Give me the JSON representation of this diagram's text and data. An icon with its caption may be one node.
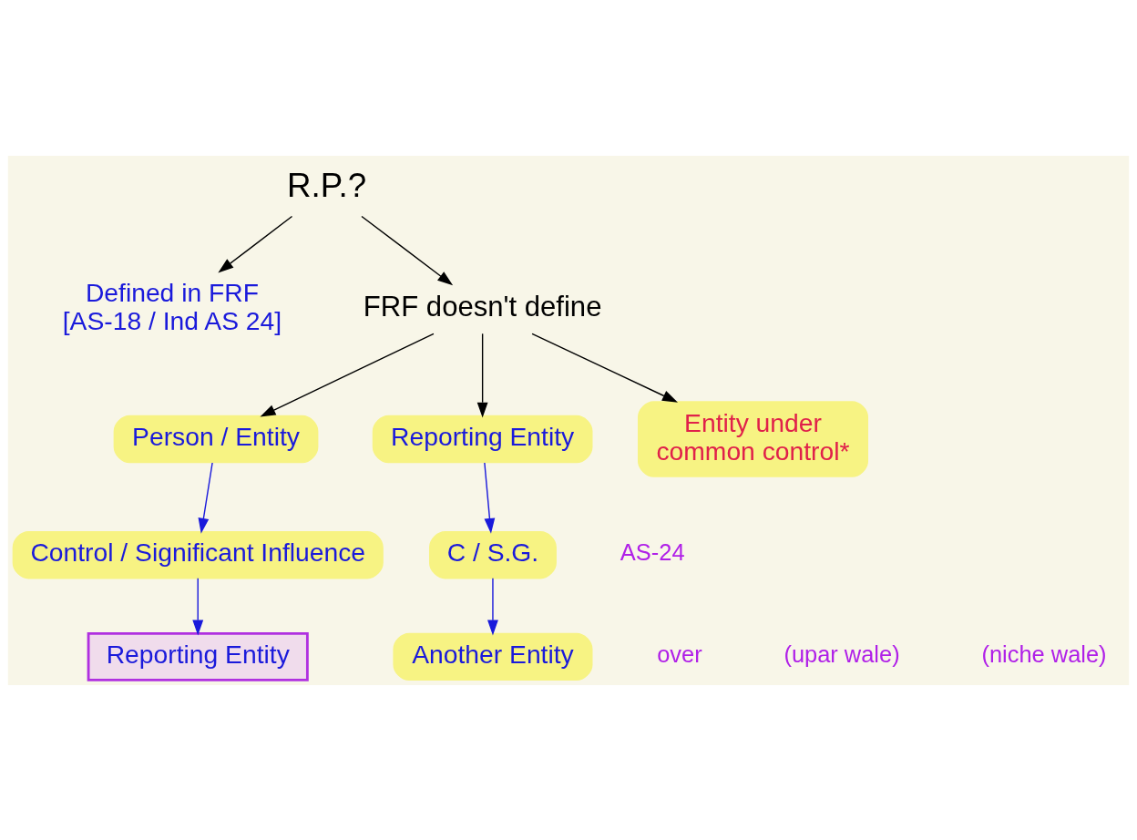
{
  "diagram": {
    "nodes": [
      {
        "text": [
          "R.P.?"
        ]
      },
      {
        "text": [
          "Defined in FRF",
          "[AS-18 / Ind AS 24]"
        ]
      },
      {
        "text": [
          "FRF doesn't define"
        ]
      },
      {
        "text": [
          "Person / Entity"
        ]
      },
      {
        "text": [
          "Reporting Entity"
        ]
      },
      {
        "text": [
          "Entity under",
          "common control*"
        ]
      },
      {
        "text": [
          "Control / Significant Influence"
        ]
      },
      {
        "text": [
          "Reporting Entity"
        ]
      },
      {
        "text": [
          "C / S.G."
        ]
      },
      {
        "text": [
          "Another Entity"
        ]
      }
    ],
    "edges": [
      {
        "from": 0,
        "to": 1,
        "arrow": "to"
      },
      {
        "from": 0,
        "to": 2,
        "arrow": "to"
      },
      {
        "from": 2,
        "to": 3,
        "arrow": "to"
      },
      {
        "from": 2,
        "to": 4,
        "arrow": "to"
      },
      {
        "from": 2,
        "to": 5,
        "arrow": "to"
      },
      {
        "from": 3,
        "to": 6,
        "arrow": "to",
        "color": "#1a1adb"
      },
      {
        "from": 6,
        "to": 7,
        "arrow": "to",
        "color": "#1a1adb"
      },
      {
        "from": 4,
        "to": 8,
        "arrow": "to",
        "color": "#1a1adb"
      },
      {
        "from": 8,
        "to": 9,
        "arrow": "to",
        "color": "#1a1adb"
      }
    ],
    "labels": [
      "AS-24",
      "over",
      "(upar wale)",
      "(niche wale)"
    ]
  }
}
